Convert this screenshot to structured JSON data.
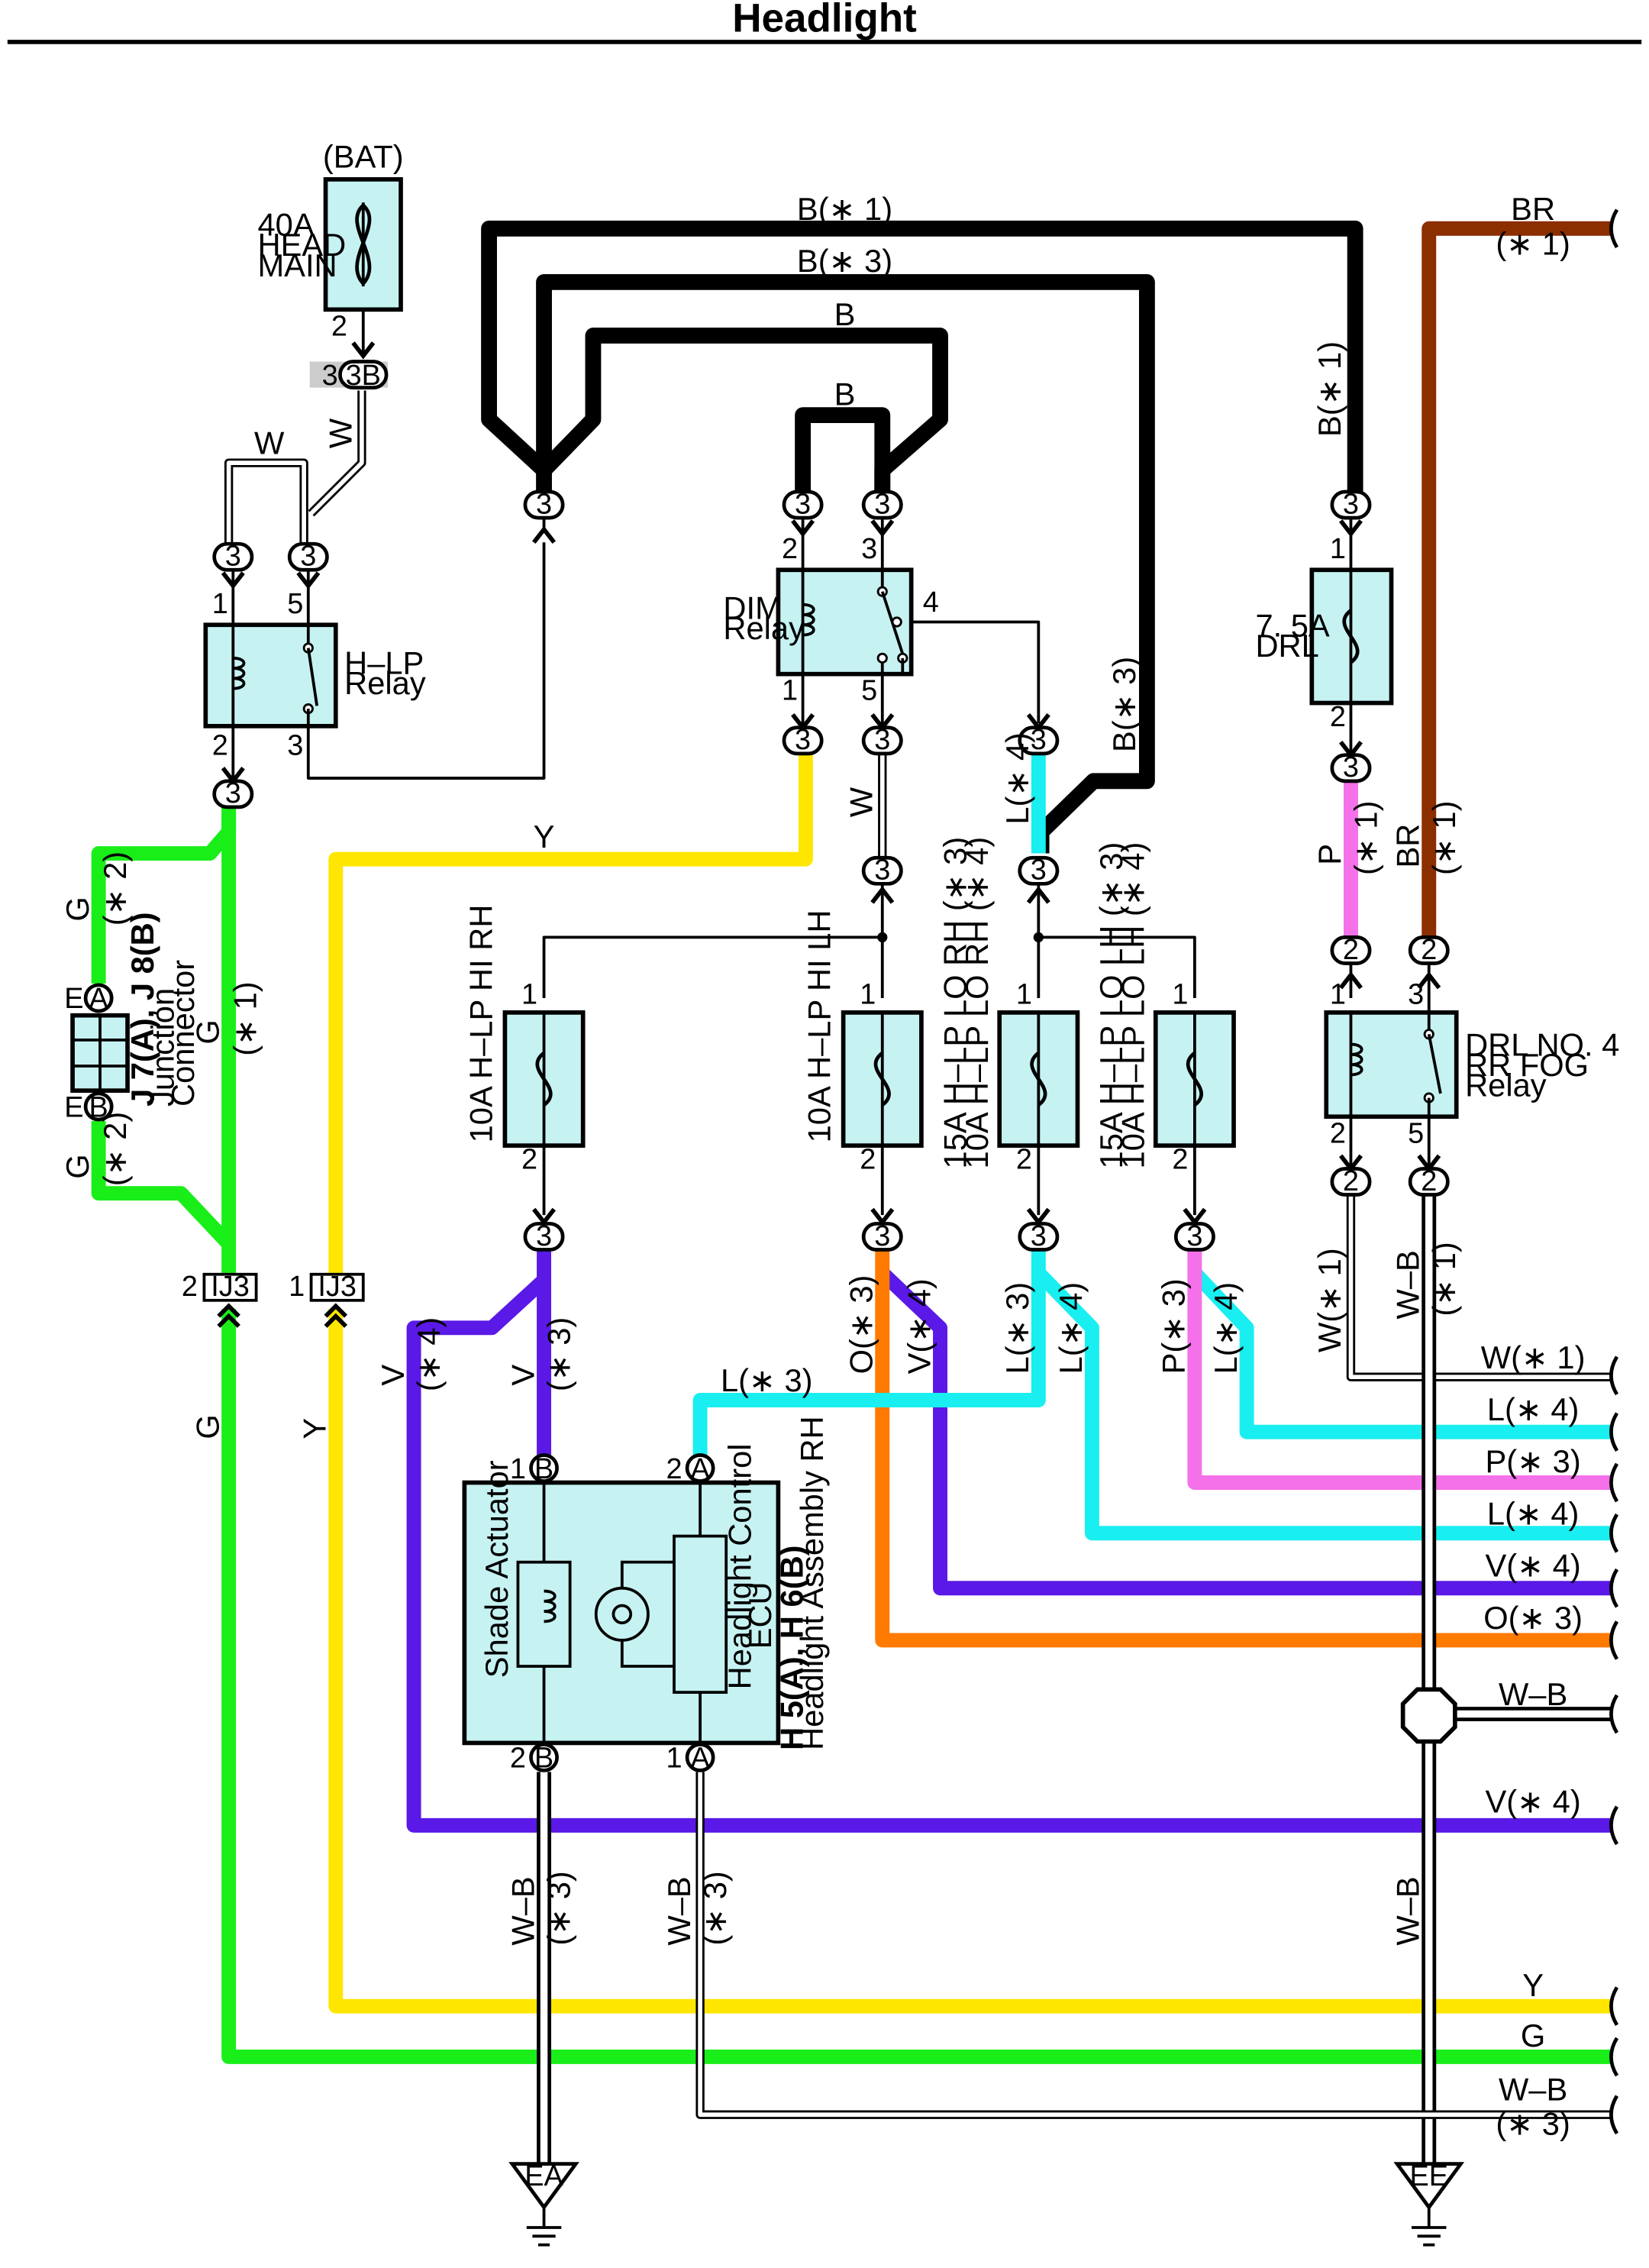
{
  "title": "Headlight",
  "colors": {
    "B": "#000000",
    "BR": "#8b2e00",
    "G": "#19ee19",
    "Y": "#ffe600",
    "W": "#ffffff",
    "L": "#19eef0",
    "P": "#f471ea",
    "V": "#5a19e6",
    "O": "#ff7a00",
    "WB": "#ffffff",
    "box": "#c6f2f2"
  },
  "components": {
    "fuse_head_main": {
      "label1": "40A",
      "label2": "HEAD",
      "label3": "MAIN",
      "source": "(BAT)"
    },
    "hlp_relay": {
      "label1": "H–LP",
      "label2": "Relay"
    },
    "dim_relay": {
      "label1": "DIM",
      "label2": "Relay"
    },
    "fuse_drl": {
      "label1": "7. 5A",
      "label2": "DRL"
    },
    "drl4_relay": {
      "label1": "DRL NO. 4",
      "label2": "RR FOG",
      "label3": "Relay"
    },
    "fuse_hi_rh": {
      "label": "10A H–LP HI RH"
    },
    "fuse_hi_lh": {
      "label": "10A H–LP HI LH"
    },
    "fuse_lo_rh": {
      "label1": "15A H–LP LO RH (∗ 3)",
      "label2": "10A H–LP LO RH (∗ 4)"
    },
    "fuse_lo_lh": {
      "label1": "15A H–LP LO LH (∗ 3)",
      "label2": "10A H–LP LO LH (∗ 4)"
    },
    "junction": {
      "label1": "J 7(A), J 8(B)",
      "label2": "Junction",
      "label3": "Connector"
    },
    "headlight": {
      "label1": "H 5(A), H 6(B)",
      "label2": "Headlight Assembly RH",
      "actuator": "Shade Actuator",
      "ecu1": "Headlight Control",
      "ecu2": "ECU"
    }
  },
  "connectors": {
    "c3": "3",
    "c3b": "3B",
    "c2": "2",
    "ij3": "IJ3",
    "ea": "EA",
    "ee": "EE",
    "A": "A",
    "B": "B",
    "E": "E"
  },
  "pins": {
    "p1": "1",
    "p2": "2",
    "p3": "3",
    "p4": "4",
    "p5": "5"
  },
  "wires": {
    "b_s1": "B(∗ 1)",
    "b_s3": "B(∗ 3)",
    "b": "B",
    "w": "W",
    "y": "Y",
    "g": "G",
    "br": "BR",
    "p": "P",
    "l": "L",
    "v": "V",
    "wb": "W–B",
    "s1": "(∗ 1)",
    "s2": "(∗ 2)",
    "s3": "(∗ 3)",
    "s4": "(∗ 4)",
    "l_s3": "L(∗ 3)",
    "l_s4": "L(∗ 4)",
    "o_s3": "O(∗ 3)",
    "v_s4": "V(∗ 4)",
    "p_s3": "P(∗ 3)",
    "w_s1": "W(∗ 1)"
  },
  "right_edge": [
    {
      "id": "e1",
      "label": "W(∗ 1)"
    },
    {
      "id": "e2",
      "label": "L(∗ 4)"
    },
    {
      "id": "e3",
      "label": "P(∗ 3)"
    },
    {
      "id": "e4",
      "label": "L(∗ 4)"
    },
    {
      "id": "e5",
      "label": "V(∗ 4)"
    },
    {
      "id": "e6",
      "label": "O(∗ 3)"
    },
    {
      "id": "e7",
      "label": "W–B"
    },
    {
      "id": "e8",
      "label": "V(∗ 4)"
    },
    {
      "id": "e9",
      "label": "Y"
    },
    {
      "id": "e10",
      "label": "G"
    },
    {
      "id": "e11",
      "label": "W–B"
    },
    {
      "id": "e12",
      "label": "(∗ 3)"
    },
    {
      "id": "e13",
      "label": "BR"
    },
    {
      "id": "e14",
      "label": "(∗ 1)"
    }
  ]
}
